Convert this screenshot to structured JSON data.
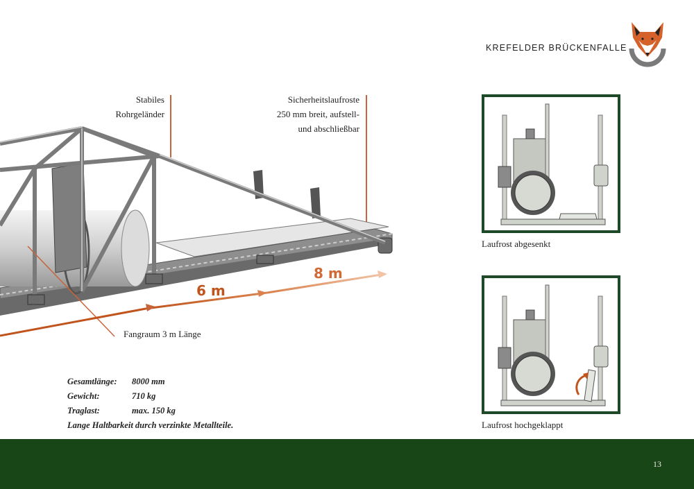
{
  "header": {
    "brand": "KREFELDER BRÜCKENFALLE",
    "logo_icon": "fox-logo-icon"
  },
  "callouts": {
    "railing": [
      "Stabiles",
      "Rohrgeländer"
    ],
    "walkway": [
      "Sicherheitslaufroste",
      "250 mm breit, aufstell-",
      "und abschließbar"
    ],
    "catch_area": "Fangraum 3 m Länge"
  },
  "dimensions": {
    "d6": "6 m",
    "d8": "8 m"
  },
  "specs": {
    "length_label": "Gesamtlänge:",
    "length_value": "8000 mm",
    "weight_label": "Gewicht:",
    "weight_value": "710 kg",
    "load_label": "Traglast:",
    "load_value": "max. 150 kg",
    "note": "Lange Haltbarkeit durch verzinkte Metallteile."
  },
  "panels": {
    "lowered_caption": "Laufrost abgesenkt",
    "raised_caption": "Laufrost hochgeklappt"
  },
  "footer": {
    "page_number": "13"
  },
  "colors": {
    "accent": "#c8643a",
    "footer": "#184616",
    "frame": "#1f4a2a"
  }
}
